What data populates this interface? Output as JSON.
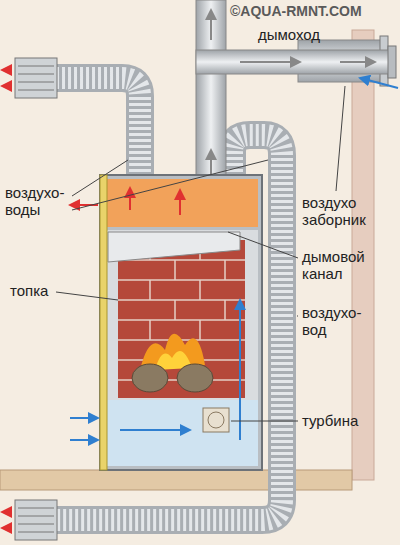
{
  "diagram": {
    "labels": [
      "©AQUA-RMNT.COM",
      "дымоход",
      "воздухо- воды",
      "воздухо заборник",
      "дымовой канал",
      "топка",
      "воздухо- вод",
      "турбина"
    ]
  }
}
